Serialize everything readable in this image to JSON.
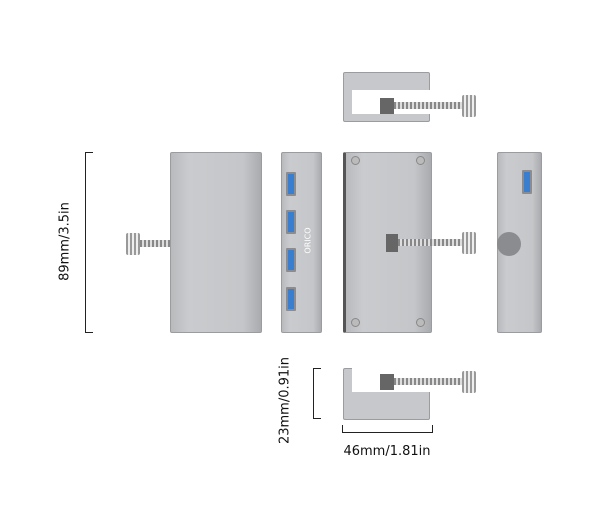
{
  "dimensions": {
    "height": "89mm/3.5in",
    "depth": "23mm/0.91in",
    "width": "46mm/1.81in"
  },
  "brand_logo": "ORICO",
  "colors": {
    "metal": "#c6c8cb",
    "usb_port": "#3a7ed0",
    "dimension_line": "#222222"
  }
}
